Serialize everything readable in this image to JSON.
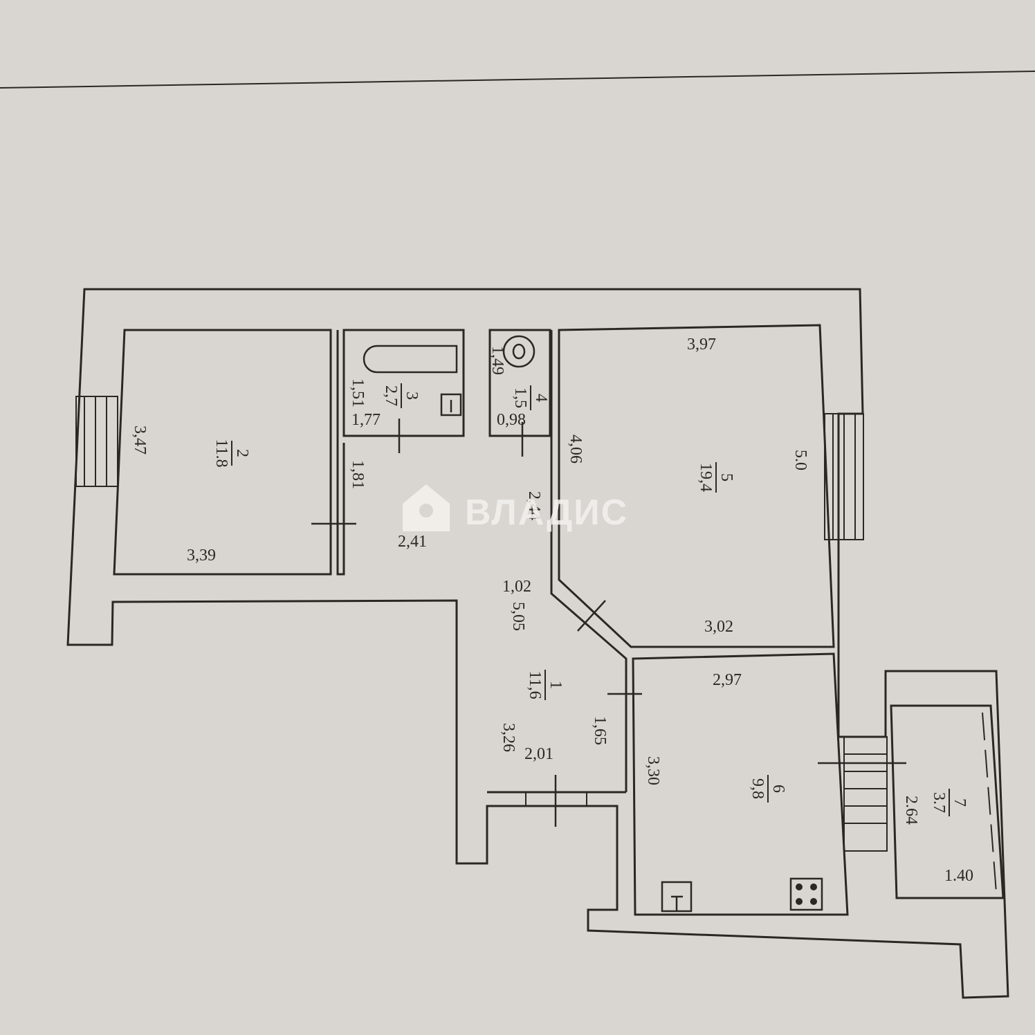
{
  "rooms": [
    {
      "number": "1",
      "area": "11,6"
    },
    {
      "number": "2",
      "area": "11.8"
    },
    {
      "number": "3",
      "area": "2,7"
    },
    {
      "number": "4",
      "area": "1,5"
    },
    {
      "number": "5",
      "area": "19,4"
    },
    {
      "number": "6",
      "area": "9,8"
    },
    {
      "number": "7",
      "area": "3.7"
    }
  ],
  "dimensions": {
    "r2_height": "3,47",
    "r2_width": "3,39",
    "r3_a": "1,51",
    "r3_b": "1,77",
    "r4_a": "1,49",
    "r4_b": "0,98",
    "hall_a": "1,81",
    "hall_b": "2,41",
    "hall_c": "2,44",
    "hall_d": "1,02",
    "hall_e": "5,05",
    "hall_f": "3,26",
    "hall_g": "2,01",
    "hall_h": "1,65",
    "r5_top": "3,97",
    "r5_left": "4,06",
    "r5_right": "5.0",
    "r5_bottom": "3,02",
    "r6_top": "2,97",
    "r6_left": "3,30",
    "r7_a": "2.64",
    "r7_b": "1.40"
  },
  "watermark": {
    "brand": "ВЛАДИС"
  }
}
